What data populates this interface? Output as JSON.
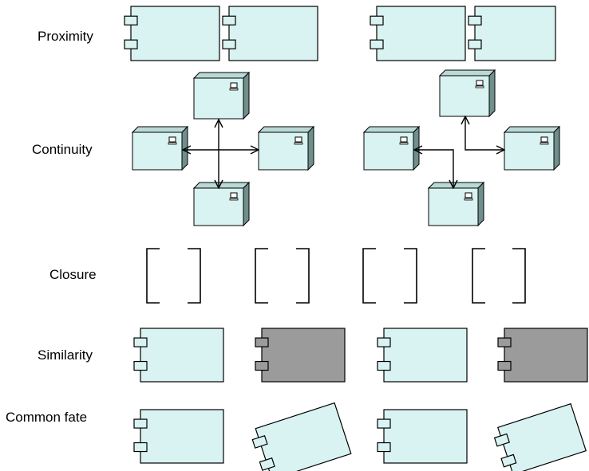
{
  "rows": [
    {
      "id": "proximity",
      "label": "Proximity"
    },
    {
      "id": "continuity",
      "label": "Continuity"
    },
    {
      "id": "closure",
      "label": "Closure"
    },
    {
      "id": "similarity",
      "label": "Similarity"
    },
    {
      "id": "common_fate",
      "label": "Common fate"
    }
  ],
  "colors": {
    "component_fill": "#d8f3f1",
    "component_dark_fill": "#9b9b9b",
    "node_side": "#6f8f8c",
    "node_top": "#b9d9d6",
    "stroke": "#000000"
  },
  "icons": {
    "component": "uml-component-icon",
    "node": "uml-node-icon",
    "computer": "computer-icon"
  }
}
